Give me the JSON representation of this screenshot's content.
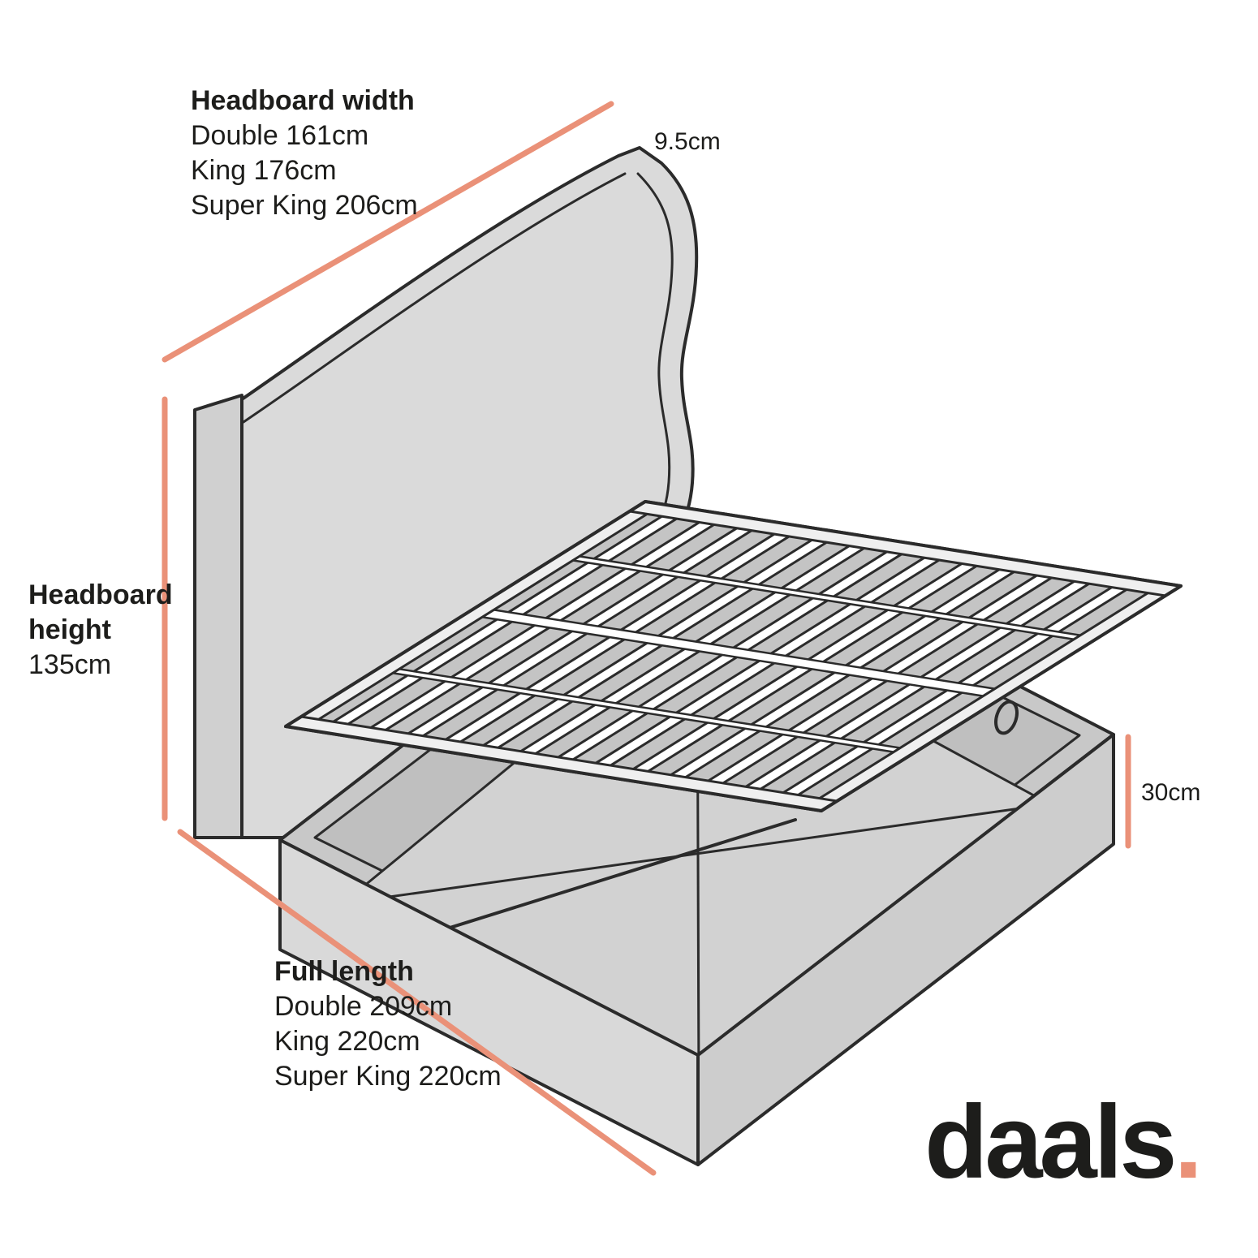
{
  "colors": {
    "accent": "#EA9178",
    "ink": "#2B2B2B",
    "fill": "#DADADA",
    "text": "#1D1D1B"
  },
  "annotations": {
    "headboard_width": {
      "title": "Headboard width",
      "rows": [
        "Double 161cm",
        "King 176cm",
        "Super King 206cm"
      ]
    },
    "headboard_thickness": {
      "value": "9.5cm"
    },
    "headboard_height": {
      "title": "Headboard height",
      "value": "135cm"
    },
    "full_length": {
      "title": "Full length",
      "rows": [
        "Double 209cm",
        "King 220cm",
        "Super King 220cm"
      ]
    },
    "base_height": {
      "value": "30cm"
    }
  },
  "logo": {
    "word": "daals",
    "dot": "."
  }
}
